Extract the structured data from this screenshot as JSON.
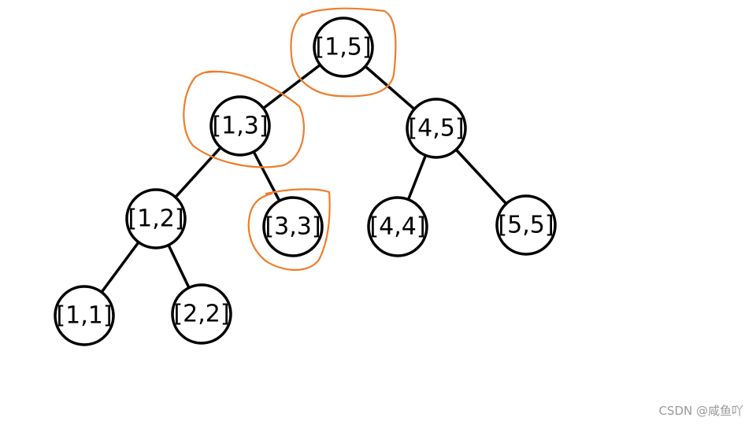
{
  "tree": {
    "nodes": [
      {
        "id": "n15",
        "label": "[1,5]",
        "highlighted": true
      },
      {
        "id": "n13",
        "label": "[1,3]",
        "highlighted": true
      },
      {
        "id": "n45",
        "label": "[4,5]",
        "highlighted": false
      },
      {
        "id": "n12",
        "label": "[1,2]",
        "highlighted": false
      },
      {
        "id": "n33",
        "label": "[3,3]",
        "highlighted": true
      },
      {
        "id": "n44",
        "label": "[4,4]",
        "highlighted": false
      },
      {
        "id": "n55",
        "label": "[5,5]",
        "highlighted": false
      },
      {
        "id": "n11",
        "label": "[1,1]",
        "highlighted": false
      },
      {
        "id": "n22",
        "label": "[2,2]",
        "highlighted": false
      }
    ],
    "edges": [
      [
        "n15",
        "n13"
      ],
      [
        "n15",
        "n45"
      ],
      [
        "n13",
        "n12"
      ],
      [
        "n13",
        "n33"
      ],
      [
        "n45",
        "n44"
      ],
      [
        "n45",
        "n55"
      ],
      [
        "n12",
        "n11"
      ],
      [
        "n12",
        "n22"
      ]
    ]
  },
  "colors": {
    "node_stroke": "#000000",
    "node_fill": "#ffffff",
    "highlight": "#f07d2a"
  },
  "watermark": "CSDN @咸鱼吖"
}
